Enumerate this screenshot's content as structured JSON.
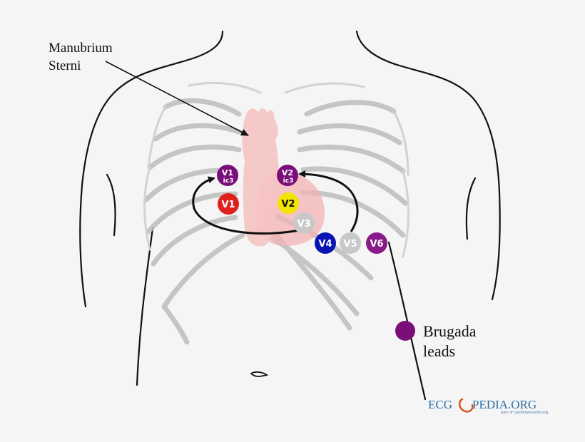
{
  "annotation": {
    "line1": "Manubrium",
    "line2": "Sterni"
  },
  "legend": {
    "line1": "Brugada",
    "line2": "leads",
    "color": "#7a0f7a"
  },
  "leads": {
    "v1_ic3": {
      "main": "V1",
      "sub": "ic3",
      "color": "#7a0f7a"
    },
    "v2_ic3": {
      "main": "V2",
      "sub": "ic3",
      "color": "#7a0f7a"
    },
    "v1": {
      "label": "V1",
      "color": "#e0201c"
    },
    "v2": {
      "label": "V2",
      "color": "#f2e600"
    },
    "v3": {
      "label": "V3",
      "color": "#c8c8c8"
    },
    "v4": {
      "label": "V4",
      "color": "#0a14b4"
    },
    "v5": {
      "label": "V5",
      "color": "#c8c8c8"
    },
    "v6": {
      "label": "V6",
      "color": "#8a1a8a"
    }
  },
  "logo": {
    "text_left": "ECG",
    "text_right": "PEDIA.ORG",
    "tagline": "part of cardionetworks.org"
  },
  "colors": {
    "sternum": "#f6c4c4",
    "heart": "#f3b2b2",
    "ribs": "#bdbdbd",
    "body_outline": "#111111"
  }
}
